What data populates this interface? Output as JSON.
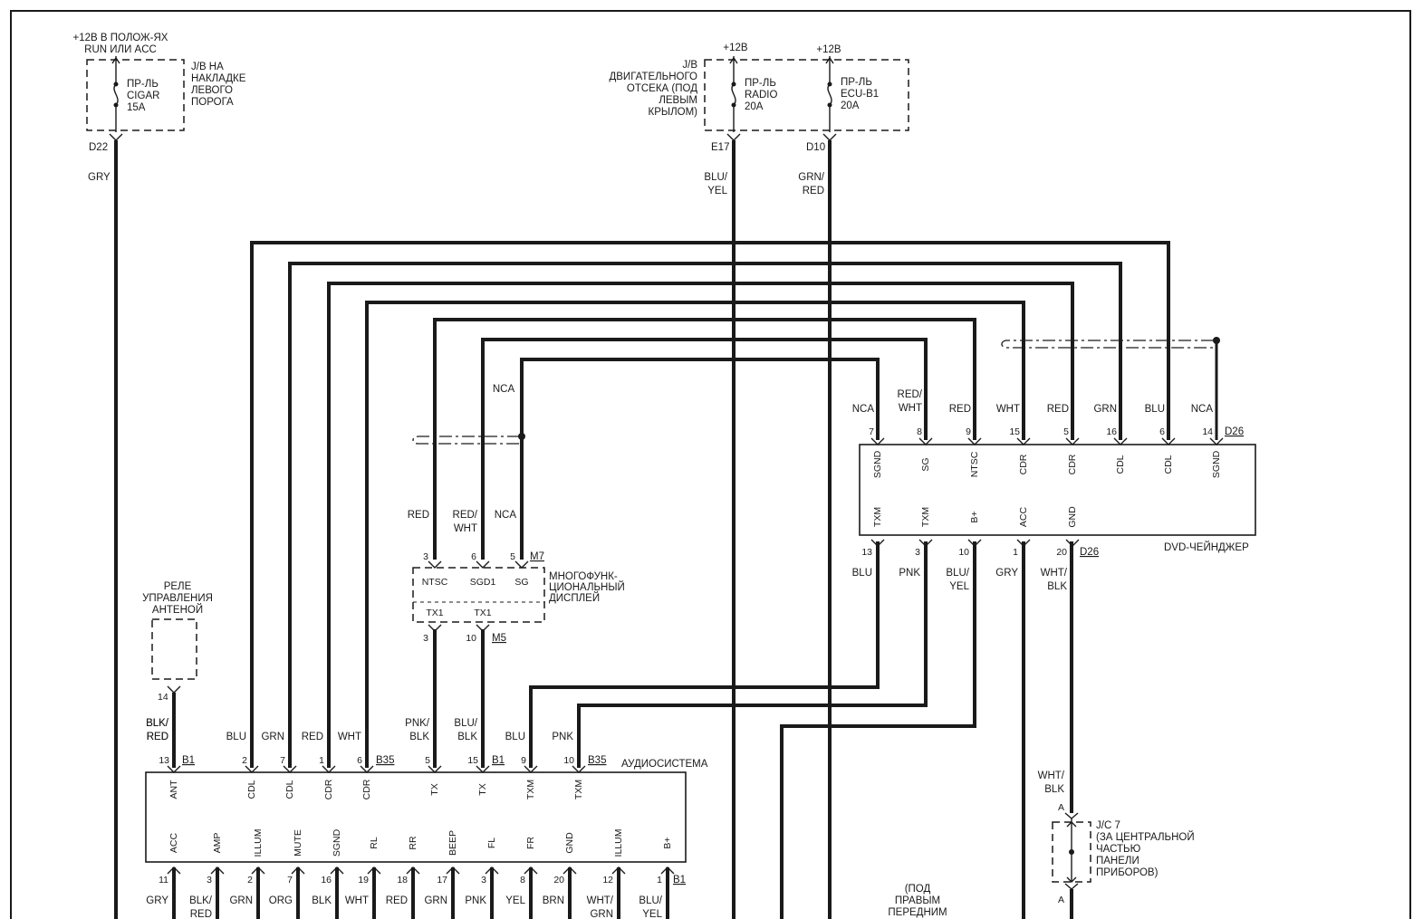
{
  "supplies": {
    "cigar_supply": "+12В В ПОЛОЖ-ЯХ RUN ИЛИ ACC",
    "radio_supply": "+12В",
    "ecu_supply": "+12В"
  },
  "junction_blocks": {
    "left_jb": [
      "J/B НА",
      "НАКЛАДКЕ",
      "ЛЕВОГО",
      "ПОРОГА"
    ],
    "engine_jb": [
      "J/B",
      "ДВИГАТЕЛЬНОГО",
      "ОТСЕКА (ПОД",
      "ЛЕВЫМ",
      "КРЫЛОМ)"
    ]
  },
  "fuses": {
    "cigar": [
      "ПР-ЛЬ",
      "CIGAR",
      "15A"
    ],
    "radio": [
      "ПР-ЛЬ",
      "RADIO",
      "20A"
    ],
    "ecu": [
      "ПР-ЛЬ",
      "ECU-B1",
      "20A"
    ]
  },
  "supply_connectors": {
    "d22": "D22",
    "e17": "E17",
    "d10": "D10"
  },
  "supply_wires": {
    "gry": "GRY",
    "bluyel": [
      "BLU/",
      "YEL"
    ],
    "grnred": [
      "GRN/",
      "RED"
    ]
  },
  "dvd_changer": {
    "name": "DVD-ЧЕЙНДЖЕР",
    "connector": "D26",
    "top_terminals": [
      "SGND",
      "SG",
      "NTSC",
      "CDR",
      "CDR",
      "CDL",
      "CDL",
      "SGND"
    ],
    "top_pins": [
      "7",
      "8",
      "9",
      "15",
      "5",
      "16",
      "6",
      "14"
    ],
    "top_wires": [
      [
        "NCA"
      ],
      [
        "RED/",
        "WHT"
      ],
      [
        "RED"
      ],
      [
        "WHT"
      ],
      [
        "RED"
      ],
      [
        "GRN"
      ],
      [
        "BLU"
      ],
      [
        "NCA"
      ]
    ],
    "bottom_terminals": [
      "TXM",
      "TXM",
      "B+",
      "ACC",
      "GND"
    ],
    "bottom_pins": [
      "13",
      "3",
      "10",
      "1",
      "20"
    ],
    "bottom_wires": [
      [
        "BLU"
      ],
      [
        "PNK"
      ],
      [
        "BLU/",
        "YEL"
      ],
      [
        "GRY"
      ],
      [
        "WHT/",
        "BLK"
      ]
    ]
  },
  "display": {
    "name": [
      "МНОГОФУНК-",
      "ЦИОНАЛЬНЫЙ",
      "ДИСПЛЕЙ"
    ],
    "top_connector": "M7",
    "bottom_connector": "M5",
    "top_terminals": [
      "NTSC",
      "SGD1",
      "SG"
    ],
    "top_pins": [
      "3",
      "6",
      "5"
    ],
    "top_wires": [
      [
        "RED"
      ],
      [
        "RED/",
        "WHT"
      ],
      [
        "NCA"
      ]
    ],
    "bottom_terminals": [
      "TX1",
      "TX1"
    ],
    "bottom_pins": [
      "3",
      "10"
    ],
    "nca_label": "NCA"
  },
  "antenna_relay": {
    "name": [
      "РЕЛЕ",
      "УПРАВЛЕНИЯ",
      "АНТЕНОЙ"
    ],
    "pin": "14",
    "wire": [
      "BLK/",
      "RED"
    ]
  },
  "audio": {
    "name": "АУДИОСИСТЕМА",
    "connector_b1": "B1",
    "connector_b35": "B35",
    "top_terminals": [
      "ANT",
      "CDL",
      "CDL",
      "CDR",
      "CDR",
      "TX",
      "TX",
      "TXM",
      "TXM"
    ],
    "top_pins": [
      "13",
      "2",
      "7",
      "1",
      "6",
      "5",
      "15",
      "9",
      "10"
    ],
    "top_wires": [
      [
        "BLK/",
        "RED"
      ],
      [
        "BLU"
      ],
      [
        "GRN"
      ],
      [
        "RED"
      ],
      [
        "WHT"
      ],
      [
        "PNK/",
        "BLK"
      ],
      [
        "BLU/",
        "BLK"
      ],
      [
        "BLU"
      ],
      [
        "PNK"
      ]
    ],
    "bottom_terminals": [
      "ACC",
      "AMP",
      "ILLUM",
      "MUTE",
      "SGND",
      "RL",
      "RR",
      "BEEP",
      "FL",
      "FR",
      "GND",
      "ILLUM",
      "B+"
    ],
    "bottom_pins": [
      "11",
      "3",
      "2",
      "7",
      "16",
      "19",
      "18",
      "17",
      "3",
      "8",
      "20",
      "12",
      "1"
    ],
    "bottom_wires": [
      [
        "GRY"
      ],
      [
        "BLK/",
        "RED"
      ],
      [
        "GRN"
      ],
      [
        "ORG"
      ],
      [
        "BLK"
      ],
      [
        "WHT"
      ],
      [
        "RED"
      ],
      [
        "GRN"
      ],
      [
        "PNK"
      ],
      [
        "YEL"
      ],
      [
        "BRN"
      ],
      [
        "WHT/",
        "GRN"
      ],
      [
        "BLU/",
        "YEL"
      ]
    ]
  },
  "jc7": {
    "name": [
      "J/C 7",
      "(ЗА ЦЕНТРАЛЬНОЙ",
      "ЧАСТЬЮ",
      "ПАНЕЛИ",
      "ПРИБОРОВ)"
    ],
    "pin_top": "A",
    "pin_bottom": "A",
    "wire": [
      "WHT/",
      "BLK"
    ]
  },
  "note_bottom": [
    "(ПОД",
    "ПРАВЫМ",
    "ПЕРЕДНИМ"
  ]
}
